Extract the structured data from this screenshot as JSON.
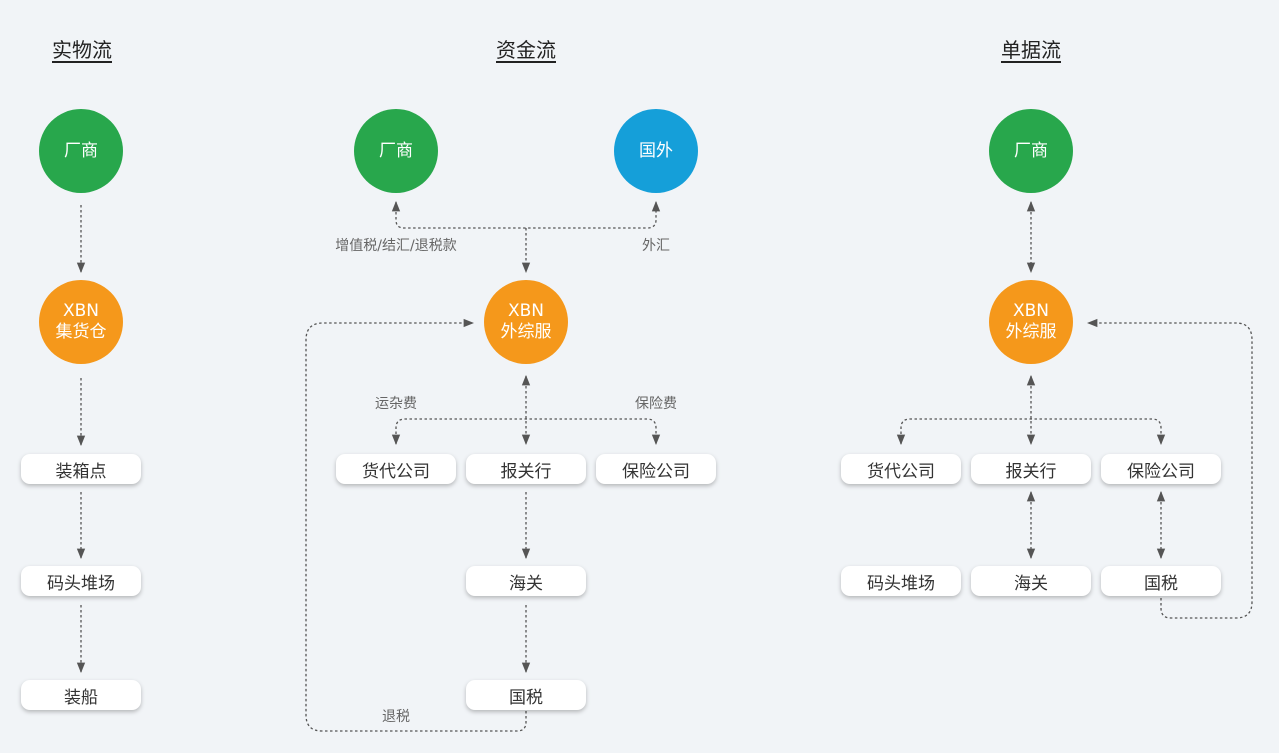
{
  "titles": {
    "physical": "实物流",
    "capital": "资金流",
    "documents": "单据流"
  },
  "physical": {
    "manufacturer": "厂商",
    "warehouse_l1": "XBN",
    "warehouse_l2": "集货仓",
    "packing": "装箱点",
    "yard": "码头堆场",
    "loading": "装船"
  },
  "capital": {
    "manufacturer": "厂商",
    "overseas": "国外",
    "hub_l1": "XBN",
    "hub_l2": "外综服",
    "label_tax_settlement": "增值税/结汇/退税款",
    "label_forex": "外汇",
    "label_freight": "运杂费",
    "label_insurance_fee": "保险费",
    "forwarder": "货代公司",
    "broker": "报关行",
    "insurer": "保险公司",
    "customs": "海关",
    "tax_bureau": "国税",
    "label_refund": "退税"
  },
  "documents": {
    "manufacturer": "厂商",
    "hub_l1": "XBN",
    "hub_l2": "外综服",
    "forwarder": "货代公司",
    "broker": "报关行",
    "insurer": "保险公司",
    "yard": "码头堆场",
    "customs": "海关",
    "tax_bureau": "国税"
  },
  "colors": {
    "green": "#28a74c",
    "blue": "#159fd9",
    "orange": "#f5981b",
    "line": "#555555"
  }
}
